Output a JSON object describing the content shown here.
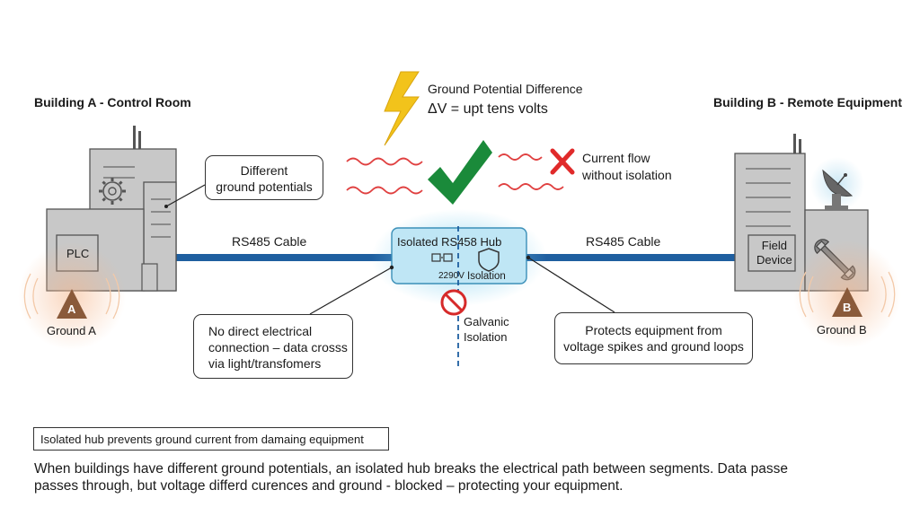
{
  "building_a": {
    "title": "Building A - Control Room",
    "plc_label": "PLC",
    "ground_letter": "A",
    "ground_label": "Ground A"
  },
  "building_b": {
    "title": "Building B - Remote Equipment",
    "device_line1": "Field",
    "device_line2": "Device",
    "ground_letter": "B",
    "ground_label": "Ground B"
  },
  "gpd": {
    "title": "Ground Potential Difference",
    "formula": "ΔV = upt tens volts"
  },
  "current_flow": {
    "line1": "Current flow",
    "line2": "without isolation"
  },
  "callouts": {
    "different_ground_line1": "Different",
    "different_ground_line2": "ground potentials",
    "no_direct_line1": "No direct electrical",
    "no_direct_line2": "connection – data crosss",
    "no_direct_line3": "via light/transfomers",
    "protects_line1": "Protects equipment from",
    "protects_line2": "voltage spikes and ground loops"
  },
  "cables": {
    "left": "RS485 Cable",
    "right": "RS485 Cable"
  },
  "hub": {
    "title": "Isolated RS458 Hub",
    "voltage": "2290V",
    "isolation": "Isolation"
  },
  "galvanic": {
    "line1": "Galvanic",
    "line2": "Isolation"
  },
  "caption": "Isolated hub prevents ground current from damaing equipment",
  "description": {
    "line1": "When buildings have different ground potentials, an isolated hub breaks the electrical path between segments. Data passe",
    "line2": "passes through, but voltage differd curences and ground - blocked – protecting your equipment."
  },
  "colors": {
    "cable": "#1f5fa0",
    "building_fill": "#c8c8c8",
    "hub_fill": "#bfe6f5",
    "hub_glow": "#7fd0ef",
    "lightning": "#f2c31b",
    "check": "#1a8a3a",
    "cross": "#e02a2a",
    "wave": "#e04040",
    "ground_marker": "#8a5a3a"
  }
}
